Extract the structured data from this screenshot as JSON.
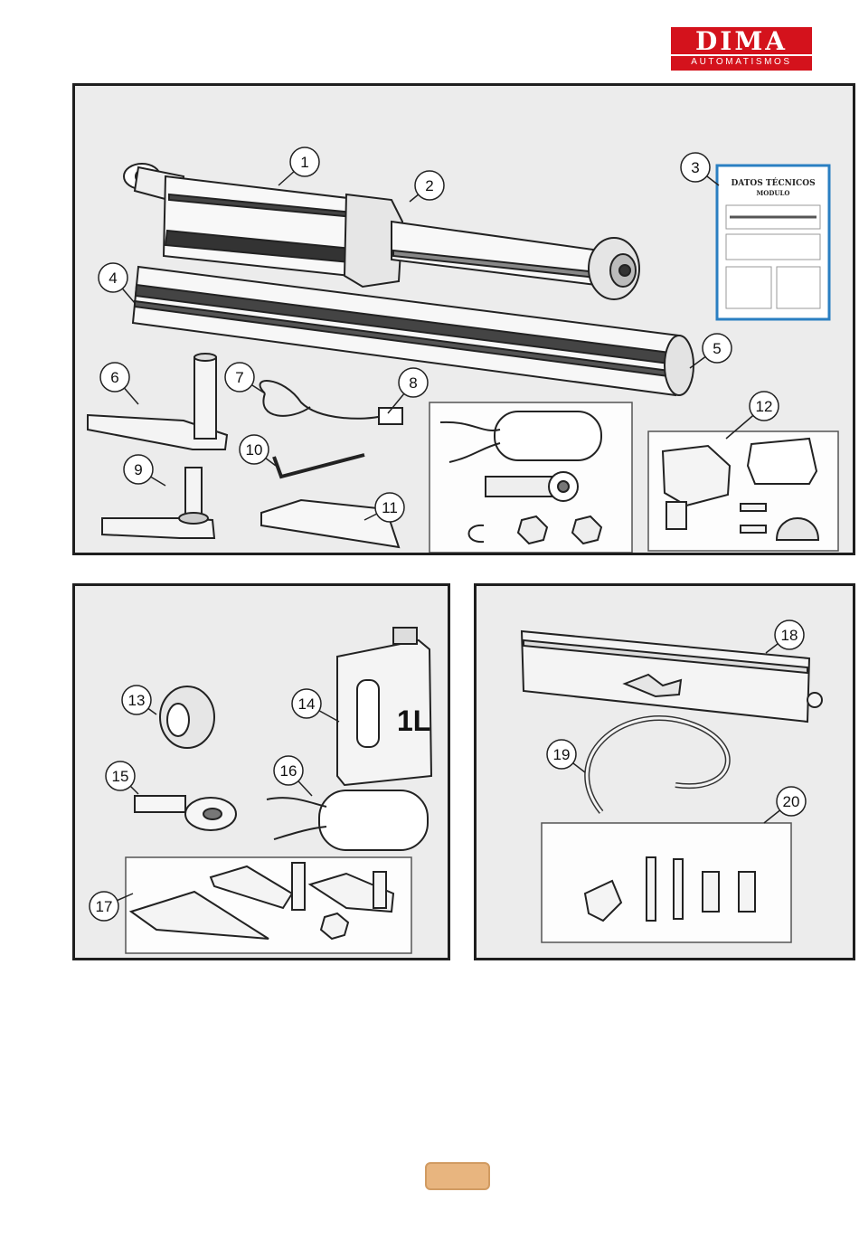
{
  "brand": {
    "name": "DIMA",
    "tagline": "AUTOMATISMOS",
    "color": "#d4121c"
  },
  "panels": {
    "main": {
      "parts": [
        "1",
        "2",
        "3",
        "4",
        "5",
        "6",
        "7",
        "8",
        "9",
        "10",
        "11",
        "12"
      ],
      "datasheet": {
        "title": "DATOS TÉCNICOS",
        "subtitle": "MODULO"
      }
    },
    "oil_kit": {
      "parts": [
        "13",
        "14",
        "15",
        "16",
        "17"
      ],
      "bottle_label": "1L"
    },
    "pump_kit": {
      "parts": [
        "18",
        "19",
        "20"
      ]
    }
  },
  "page_number": ""
}
